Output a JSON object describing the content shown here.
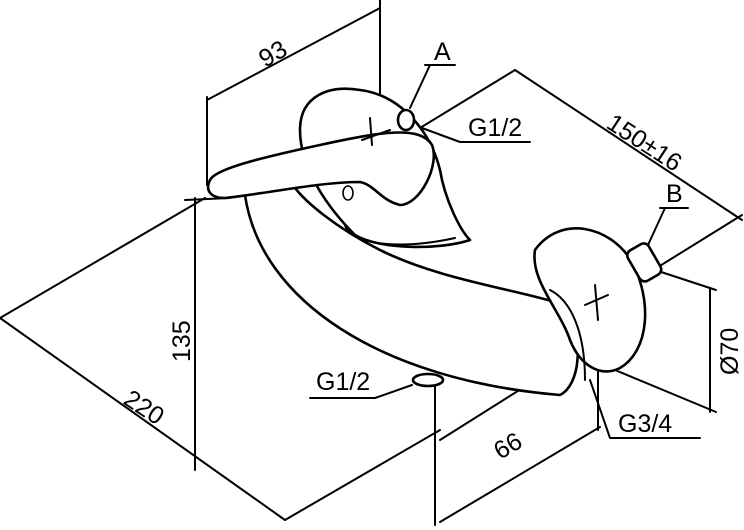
{
  "labels": {
    "dim_93": "93",
    "point_a": "A",
    "thread_top": "G1/2",
    "dim_150": "150±16",
    "point_b": "B",
    "dim_70": "Ø70",
    "thread_g34": "G3/4",
    "dim_66": "66",
    "thread_bottom": "G1/2",
    "dim_220": "220",
    "dim_135": "135"
  },
  "colors": {
    "line": "#000000",
    "background": "#ffffff"
  }
}
